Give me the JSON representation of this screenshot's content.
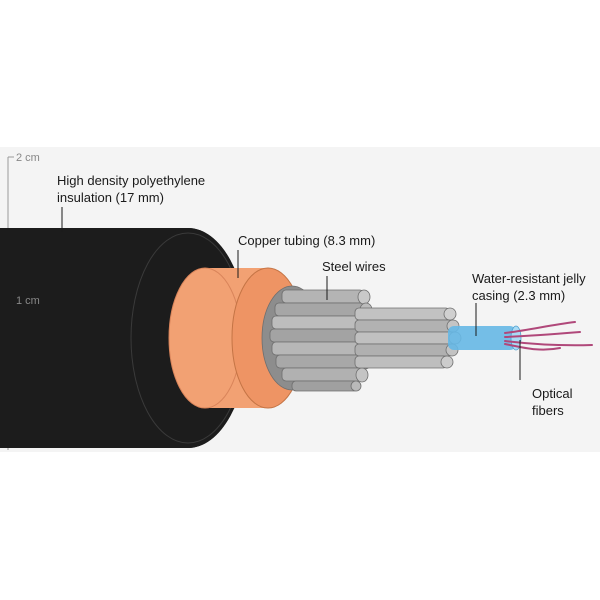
{
  "scale": {
    "tick_top": "2 cm",
    "tick_mid": "1 cm"
  },
  "labels": {
    "insulation": "High density polyethylene\ninsulation (17 mm)",
    "copper": "Copper tubing (8.3 mm)",
    "steel": "Steel wires",
    "jelly": "Water-resistant jelly\ncasing (2.3 mm)",
    "fibers": "Optical\nfibers"
  },
  "colors": {
    "background": "#f4f4f4",
    "insulation": "#1c1c1c",
    "copper": "#f2a173",
    "steel": "#a9a9a9",
    "jelly": "#66b8e6",
    "fibers": "#b0487a"
  }
}
